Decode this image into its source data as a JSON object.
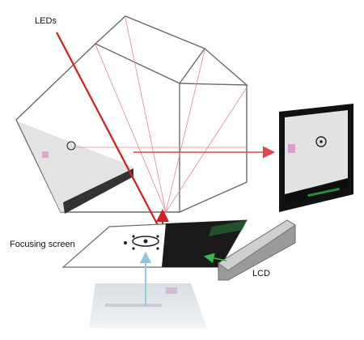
{
  "labels": {
    "leds": "LEDs",
    "focusing_screen": "Focusing screen",
    "lcd": "LCD"
  },
  "colors": {
    "outline": "#6b6b6b",
    "red_ray": "#e0474c",
    "laser_red": "#d91c1c",
    "light_blue": "#8ec5e0",
    "green_arrow": "#3bb54a",
    "panel_fill": "#e2e2e2",
    "lcd_frame": "#111111",
    "lcd_bar_green": "#2a8a3a"
  }
}
